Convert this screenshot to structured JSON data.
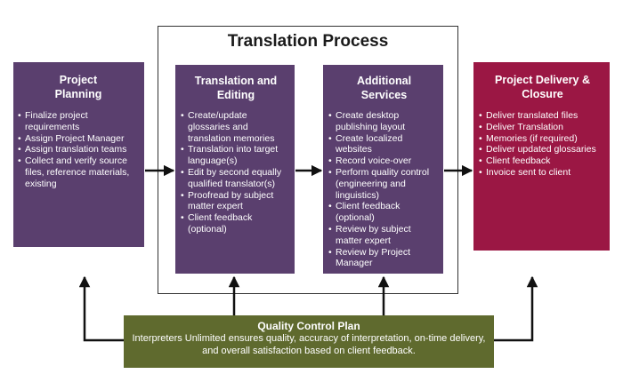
{
  "frame_title": "Translation Process",
  "boxes": {
    "planning": {
      "title": "Project Planning",
      "items": [
        "Finalize project requirements",
        "Assign Project Manager",
        "Assign translation teams",
        "Collect and verify source files, reference materials, existing"
      ]
    },
    "translation": {
      "title": "Translation and Editing",
      "items": [
        "Create/update glossaries and translation memories",
        "Translation into target language(s)",
        "Edit by second equally qualified translator(s)",
        "Proofread by subject matter expert",
        "Client feedback (optional)"
      ]
    },
    "additional": {
      "title": "Additional Services",
      "items": [
        "Create desktop publishing layout",
        "Create localized websites",
        "Record voice-over",
        "Perform quality control (engineering and linguistics)",
        "Client feedback (optional)",
        "Review by subject matter expert",
        "Review by Project Manager"
      ]
    },
    "delivery": {
      "title": "Project Delivery & Closure",
      "items": [
        "Deliver translated files",
        "Deliver Translation",
        "Memories (if required)",
        "Deliver updated glossaries",
        "Client feedback",
        "Invoice sent to client"
      ]
    }
  },
  "quality": {
    "title": "Quality Control Plan",
    "description": "Interpreters Unlimited ensures quality, accuracy of interpretation, on-time delivery, and overall satisfaction based on client feedback."
  },
  "colors": {
    "process_box": "#5a3f6e",
    "delivery_box": "#9b1744",
    "quality_box": "#5f6a2e",
    "arrow": "#111111"
  }
}
